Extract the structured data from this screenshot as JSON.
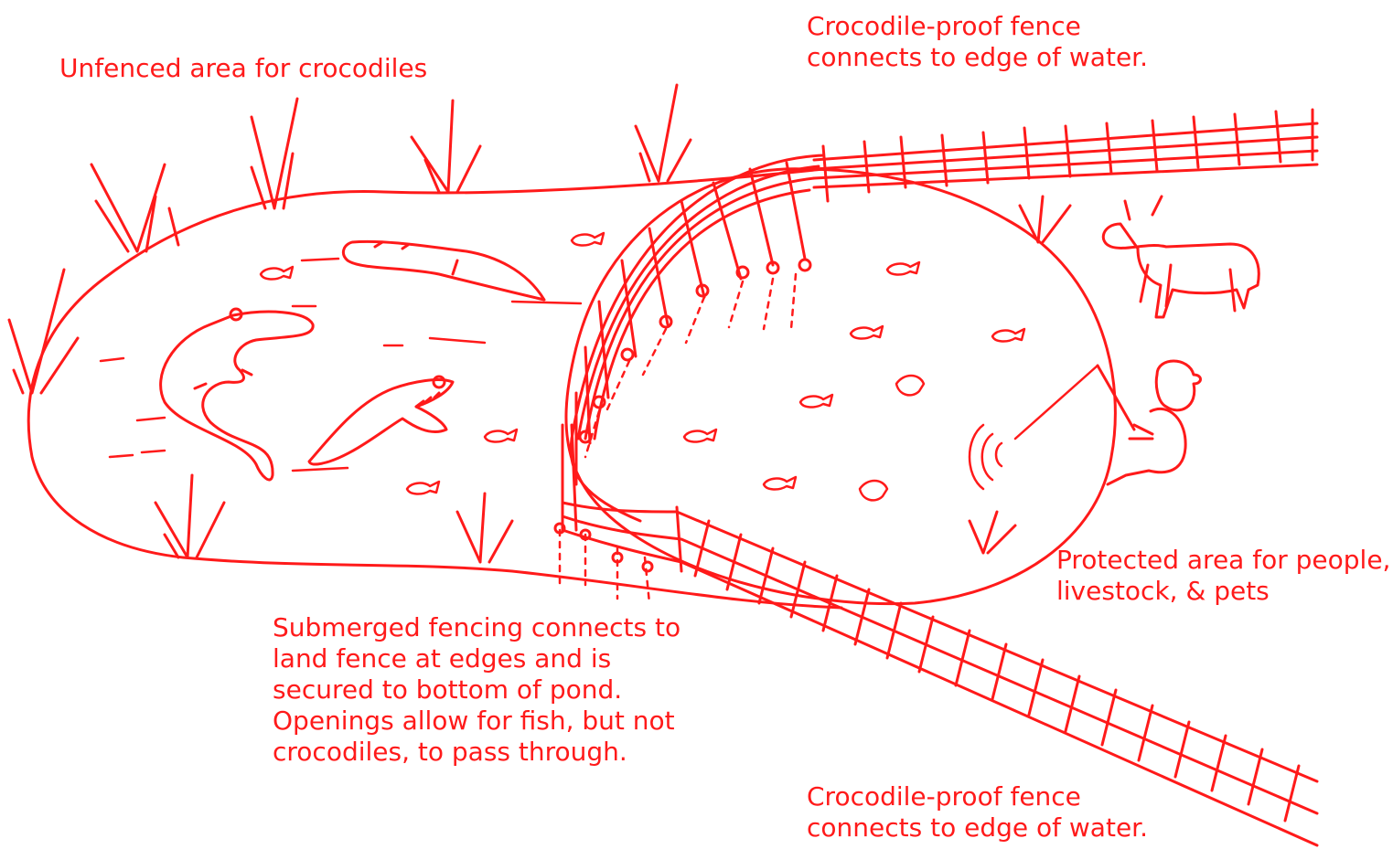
{
  "labels": {
    "unfenced": "Unfenced area for crocodiles",
    "fence_top": [
      "Crocodile-proof fence",
      "connects to edge of water."
    ],
    "submerged": [
      "Submerged fencing connects to",
      "land fence at edges and is",
      "secured to bottom of pond.",
      "Openings allow for fish, but not",
      "crocodiles, to pass through."
    ],
    "protected": [
      "Protected area for people,",
      "livestock, & pets"
    ],
    "fence_bottom": [
      "Crocodile-proof fence",
      "connects to edge of water."
    ]
  },
  "colors": {
    "ink": "#ff1a1a",
    "background": "#ffffff"
  },
  "icons": [
    "crocodile-icon",
    "fish-icon",
    "cow-icon",
    "fisherman-icon",
    "grass-icon",
    "fence-icon"
  ]
}
